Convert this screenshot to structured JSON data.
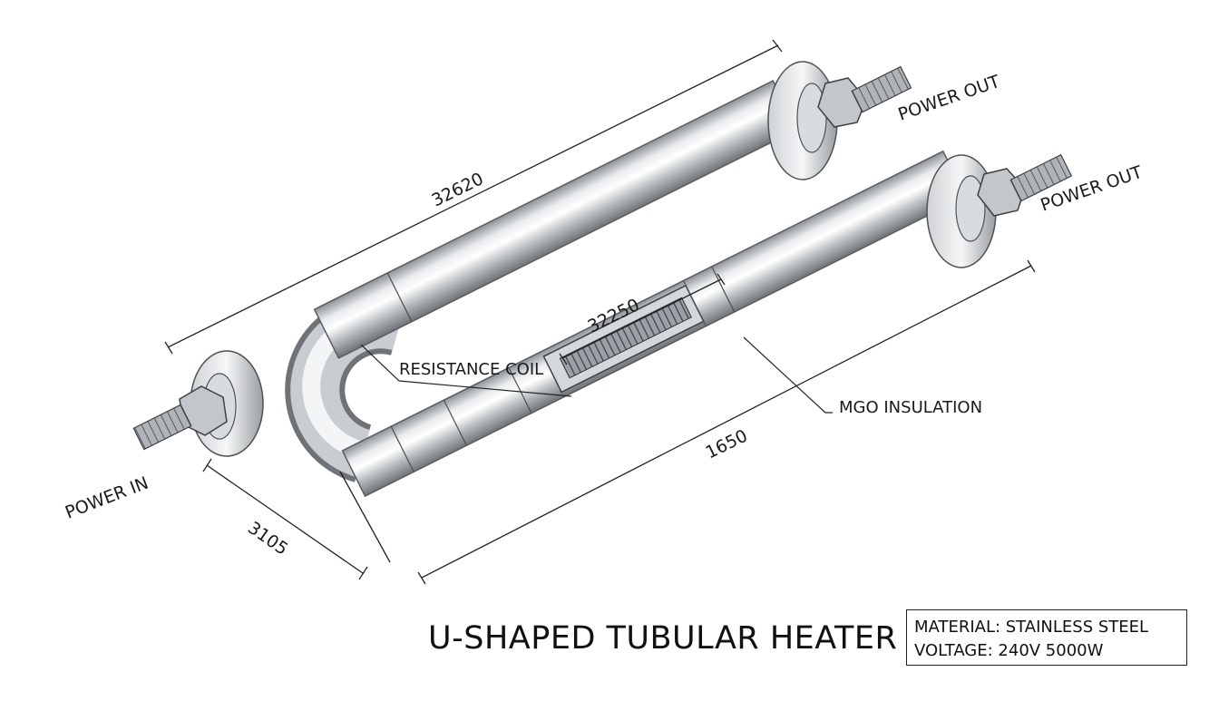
{
  "diagram": {
    "title": "U-SHAPED TUBULAR HEATER",
    "labels": {
      "power_in": "POWER IN",
      "power_out_1": "POWER OUT",
      "power_out_2": "POWER OUT",
      "resistance_coil": "RESISTANCE COIL",
      "mgo_insulation": "MGO INSULATION"
    },
    "dimensions": {
      "overall_length": "32620",
      "coil_length": "32250",
      "lower_leg_length": "1650",
      "bend_width": "3105"
    },
    "specs": {
      "material": "MATERIAL: STAINLESS STEEL",
      "voltage": "VOLTAGE: 240V 5000W"
    }
  }
}
